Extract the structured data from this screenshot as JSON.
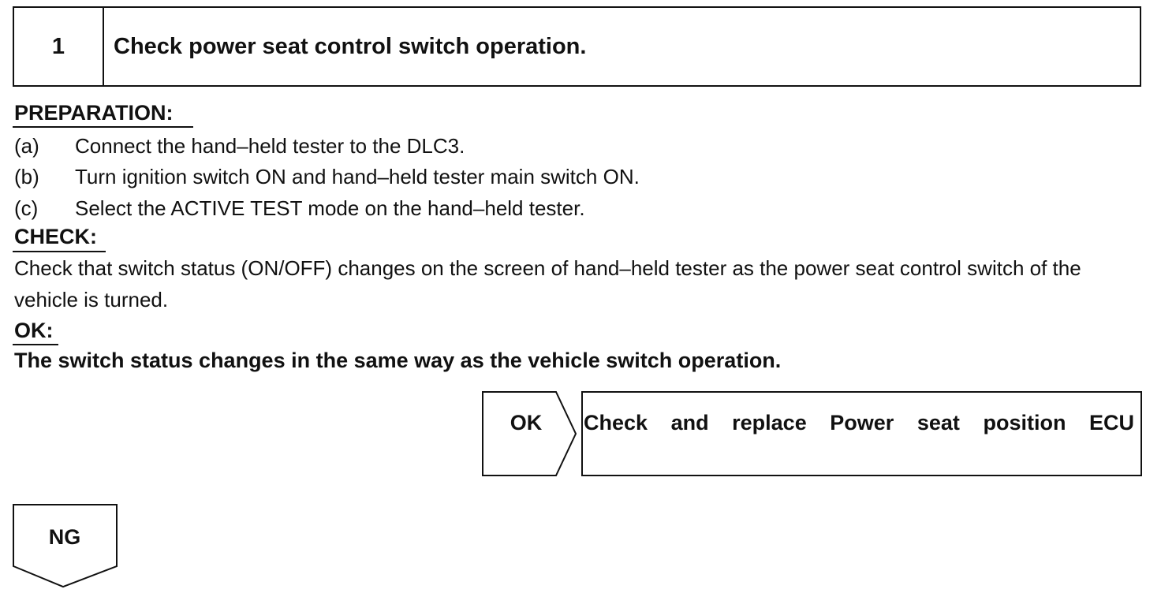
{
  "step": {
    "number": "1",
    "title": "Check power seat control switch operation."
  },
  "preparation": {
    "heading": "PREPARATION:",
    "items": [
      {
        "letter": "(a)",
        "text": "Connect the hand–held tester to the DLC3."
      },
      {
        "letter": "(b)",
        "text": "Turn ignition switch ON and hand–held tester main switch ON."
      },
      {
        "letter": "(c)",
        "text": "Select the ACTIVE TEST mode on the hand–held tester."
      }
    ]
  },
  "check": {
    "heading": "CHECK:",
    "text": "Check that switch status (ON/OFF) changes on the screen of hand–held tester as the power seat control switch of the vehicle is turned."
  },
  "ok": {
    "heading": "OK:",
    "text": "The switch status changes in the same way as the vehicle switch operation."
  },
  "flow": {
    "ok_label": "OK",
    "ok_result": "Check and replace Power seat position ECU",
    "ng_label": "NG"
  }
}
